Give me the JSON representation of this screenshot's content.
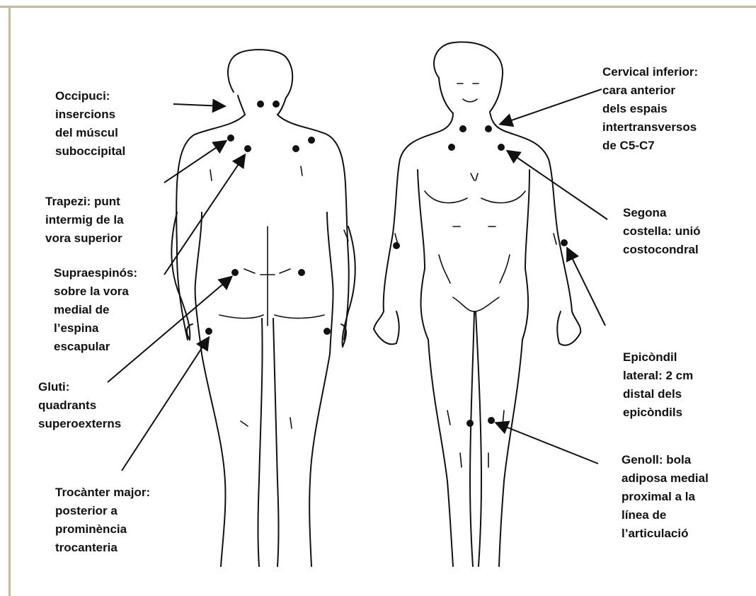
{
  "labels": {
    "occipuci": "Occipuci:\ninsercions\ndel múscul\nsuboccipital",
    "trapezi": "Trapezi: punt\nintermig de la\nvora superior",
    "supraespinos": "Supraespinós:\nsobre  la vora\nmedial de\nl’espina\nescapular",
    "gluti": "Gluti:\nquadrants\nsuperoexterns",
    "trocanter": "Trocànter major:\nposterior a\nprominència\ntrocanteria",
    "cervical": "Cervical inferior:\ncara anterior\ndels espais\nintertransversos\nde C5-C7",
    "segona": "Segona\ncostella: unió\ncostocondral",
    "epicondil": "Epicòndil\nlateral: 2 cm\ndistal dels\nepicòndils",
    "genoll": "Genoll: bola\nadiposa medial\nproximal a la\nlínea de\nl’articulació"
  },
  "colors": {
    "frame": "#c2b99b",
    "ink": "#111111"
  }
}
